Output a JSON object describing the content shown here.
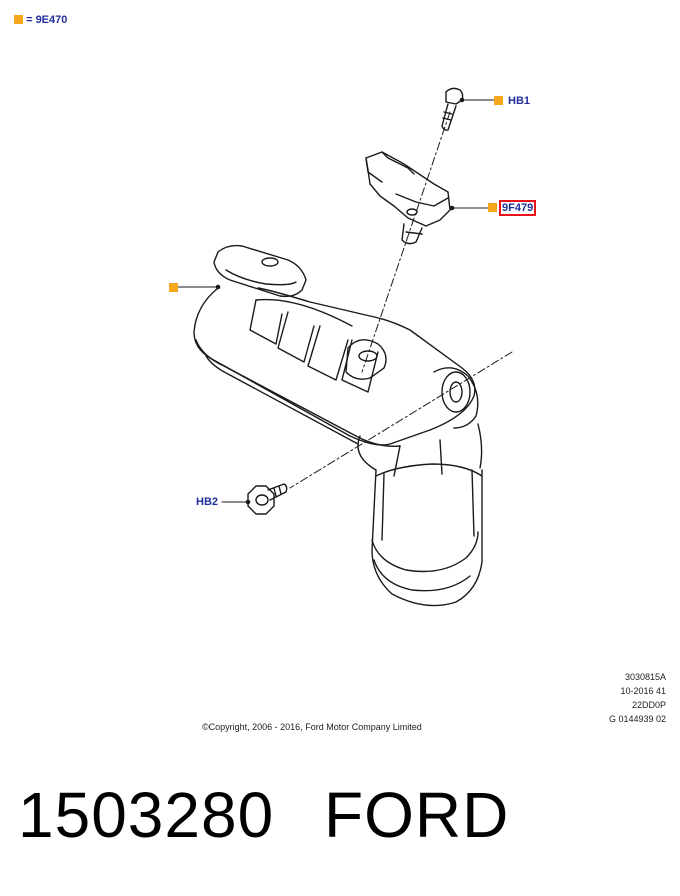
{
  "colors": {
    "callout_marker": "#f5a81c",
    "callout_text": "#1f2f9c",
    "highlight_border": "#e8121a",
    "line_art": "#1a1a1a"
  },
  "legend": {
    "marker_icon": "orange-square-icon",
    "equals": "=",
    "part_code": "9E470"
  },
  "callouts": {
    "hb1": "HB1",
    "part_9f479": "9F479",
    "hb2": "HB2"
  },
  "reference": {
    "line1": "3030815A",
    "line2": "10-2016 41",
    "line3": "22DD0P",
    "line4": "G 0144939 02"
  },
  "copyright": "©Copyright, 2006 - 2016, Ford Motor Company Limited",
  "footer": {
    "part_number": "1503280",
    "brand": "FORD"
  }
}
